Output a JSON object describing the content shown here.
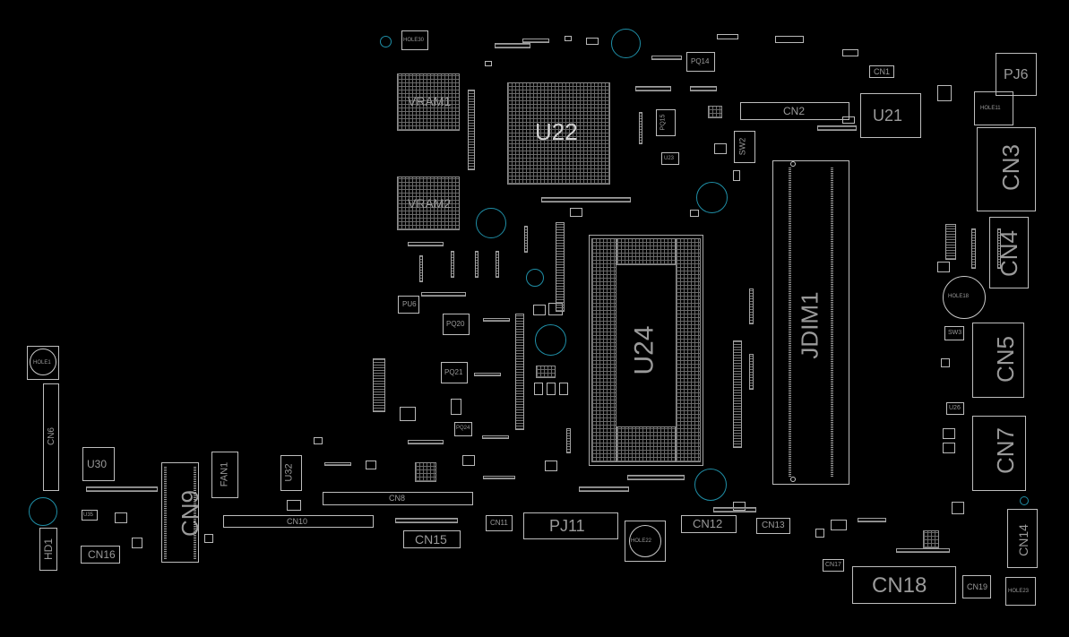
{
  "colors": {
    "background": "#000000",
    "outline": "#bdbdbd",
    "label": "#9a9a9a",
    "mounting_ring": "#1f8ea6"
  },
  "labels": {
    "u22": "U22",
    "u24": "U24",
    "u21": "U21",
    "u30": "U30",
    "u32": "U32",
    "vram1": "VRAM1",
    "vram2": "VRAM2",
    "jdim1": "JDIM1",
    "pj6": "PJ6",
    "pj11": "PJ11",
    "cn1": "CN1",
    "cn2": "CN2",
    "cn3": "CN3",
    "cn4": "CN4",
    "cn5": "CN5",
    "cn6": "CN6",
    "cn7": "CN7",
    "cn8": "CN8",
    "cn9": "CN9",
    "cn10": "CN10",
    "cn11": "CN11",
    "cn12": "CN12",
    "cn13": "CN13",
    "cn14": "CN14",
    "cn15": "CN15",
    "cn16": "CN16",
    "cn17": "CN17",
    "cn18": "CN18",
    "cn19": "CN19",
    "sw2": "SW2",
    "sw3": "SW3",
    "fan1": "FAN1",
    "hd1": "HD1",
    "pq14": "PQ14",
    "pq15": "PQ15",
    "pq20": "PQ20",
    "pq21": "PQ21",
    "pq24": "PQ24",
    "pu6": "PU6",
    "u23": "U23",
    "u26": "U26",
    "u35": "U35",
    "hole_top": "HOLE30",
    "hole11": "HOLE11",
    "hole18": "HOLE18",
    "hole22": "HOLE22",
    "hole_left": "HOLE1",
    "hole_br": "HOLE23"
  }
}
